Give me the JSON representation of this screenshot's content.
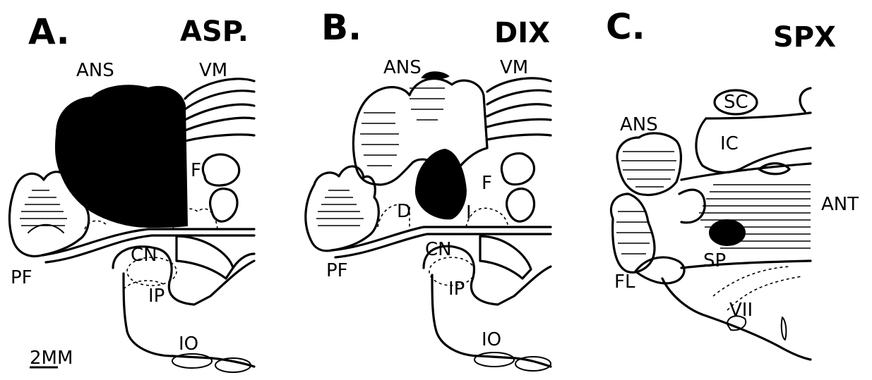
{
  "panels": [
    {
      "letter": "A.",
      "title": "ASP.",
      "labels": {
        "ans": "ANS",
        "vm": "VM",
        "f": "F",
        "pf": "PF",
        "cn": "CN",
        "ip": "IP",
        "io": "IO"
      }
    },
    {
      "letter": "B.",
      "title": "DIX",
      "labels": {
        "ans": "ANS",
        "vm": "VM",
        "f": "F",
        "d": "D",
        "i": "I",
        "pf": "PF",
        "cn": "CN",
        "ip": "IP",
        "io": "IO"
      }
    },
    {
      "letter": "C.",
      "title": "SPX",
      "labels": {
        "sc": "SC",
        "ans": "ANS",
        "ic": "IC",
        "ant": "ANT",
        "sp": "SP",
        "fl": "FL",
        "vii": "VII"
      }
    }
  ],
  "scale_bar": {
    "label": "2MM"
  }
}
